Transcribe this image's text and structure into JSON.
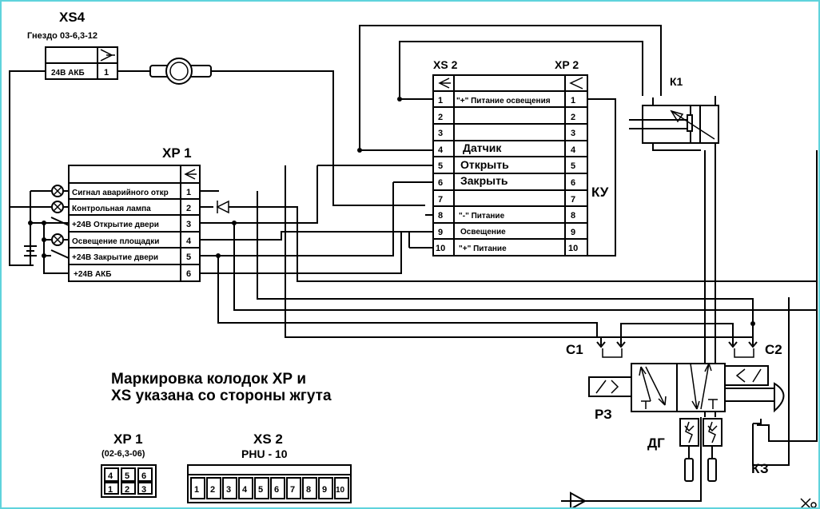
{
  "xs4": {
    "title": "XS4",
    "subtitle": "Гнездо 03-6,3-12",
    "pin_label": "24В АКБ",
    "pin_number": "1"
  },
  "xp1": {
    "title": "XP 1",
    "rows": [
      {
        "num": "1",
        "label": "Сигнал аварийного откр"
      },
      {
        "num": "2",
        "label": "Контрольная лампа"
      },
      {
        "num": "3",
        "label": "+24В Открытие двери"
      },
      {
        "num": "4",
        "label": "Освещение площадки"
      },
      {
        "num": "5",
        "label": "+24В Закрытие двери"
      },
      {
        "num": "6",
        "label": "+24В АКБ"
      }
    ]
  },
  "xs2_xp2": {
    "left_title": "XS 2",
    "right_title": "XP 2",
    "unit_label": "КУ",
    "rows": [
      {
        "num": "1",
        "label": "\"+\" Питание освещения"
      },
      {
        "num": "2",
        "label": ""
      },
      {
        "num": "3",
        "label": ""
      },
      {
        "num": "4",
        "label": "Датчик"
      },
      {
        "num": "5",
        "label": "Открыть"
      },
      {
        "num": "6",
        "label": "Закрыть"
      },
      {
        "num": "7",
        "label": ""
      },
      {
        "num": "8",
        "label": "\"-\" Питание"
      },
      {
        "num": "9",
        "label": "Освещение"
      },
      {
        "num": "10",
        "label": "\"+\" Питание"
      }
    ]
  },
  "components": {
    "k1": "К1",
    "c1": "С1",
    "c2": "С2",
    "rz": "РЗ",
    "dg": "ДГ",
    "kz": "КЗ"
  },
  "note": {
    "line1": "Маркировка колодок ХР и",
    "line2": "XS указана со стороны жгута"
  },
  "bottom_xp1": {
    "title": "XP 1",
    "subtitle": "(02-6,3-06)",
    "top_pins": [
      "4",
      "5",
      "6"
    ],
    "bottom_pins": [
      "1",
      "2",
      "3"
    ]
  },
  "bottom_xs2": {
    "title": "XS 2",
    "subtitle": "PHU - 10",
    "pins": [
      "1",
      "2",
      "3",
      "4",
      "5",
      "6",
      "7",
      "8",
      "9",
      "10"
    ]
  },
  "icons": {
    "corner": "tools-icon"
  }
}
